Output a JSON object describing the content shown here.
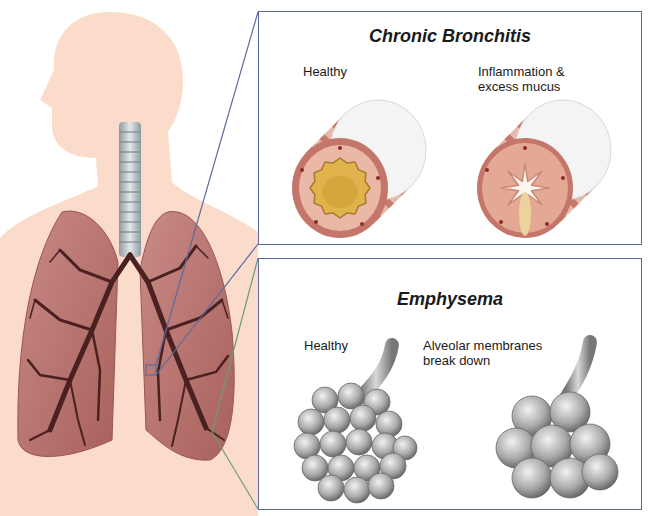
{
  "diagram": {
    "nodes": [
      {
        "text": [
          "Chronic Bronchitis"
        ]
      },
      {
        "text": [
          "Emphysema"
        ]
      }
    ],
    "labels": [
      "Healthy",
      "Inflammation & excess mucus",
      "Healthy",
      "Alveolar membranes break down"
    ]
  }
}
